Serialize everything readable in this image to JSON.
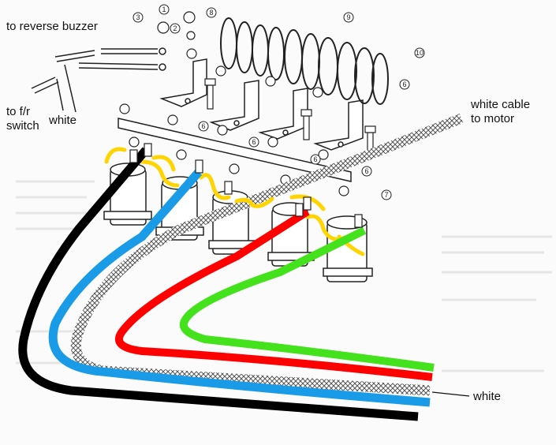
{
  "labels": {
    "to_reverse_buzzer": "to reverse buzzer",
    "to_fr_switch_1": "to f/r",
    "to_fr_switch_2": "switch",
    "white_left": "white",
    "white_cable_1": "white cable",
    "white_cable_2": "to motor",
    "white_bottom": "white"
  },
  "part_numbers": [
    "1",
    "2",
    "3",
    "8",
    "9",
    "10",
    "6",
    "6",
    "6",
    "6",
    "6",
    "7"
  ],
  "wire_colors": {
    "black": "#000000",
    "blue": "#1a9be8",
    "white_cable": "#d9d9d9",
    "red": "#ff0000",
    "green": "#44e21c",
    "yellow_jumper": "#ffd400"
  }
}
